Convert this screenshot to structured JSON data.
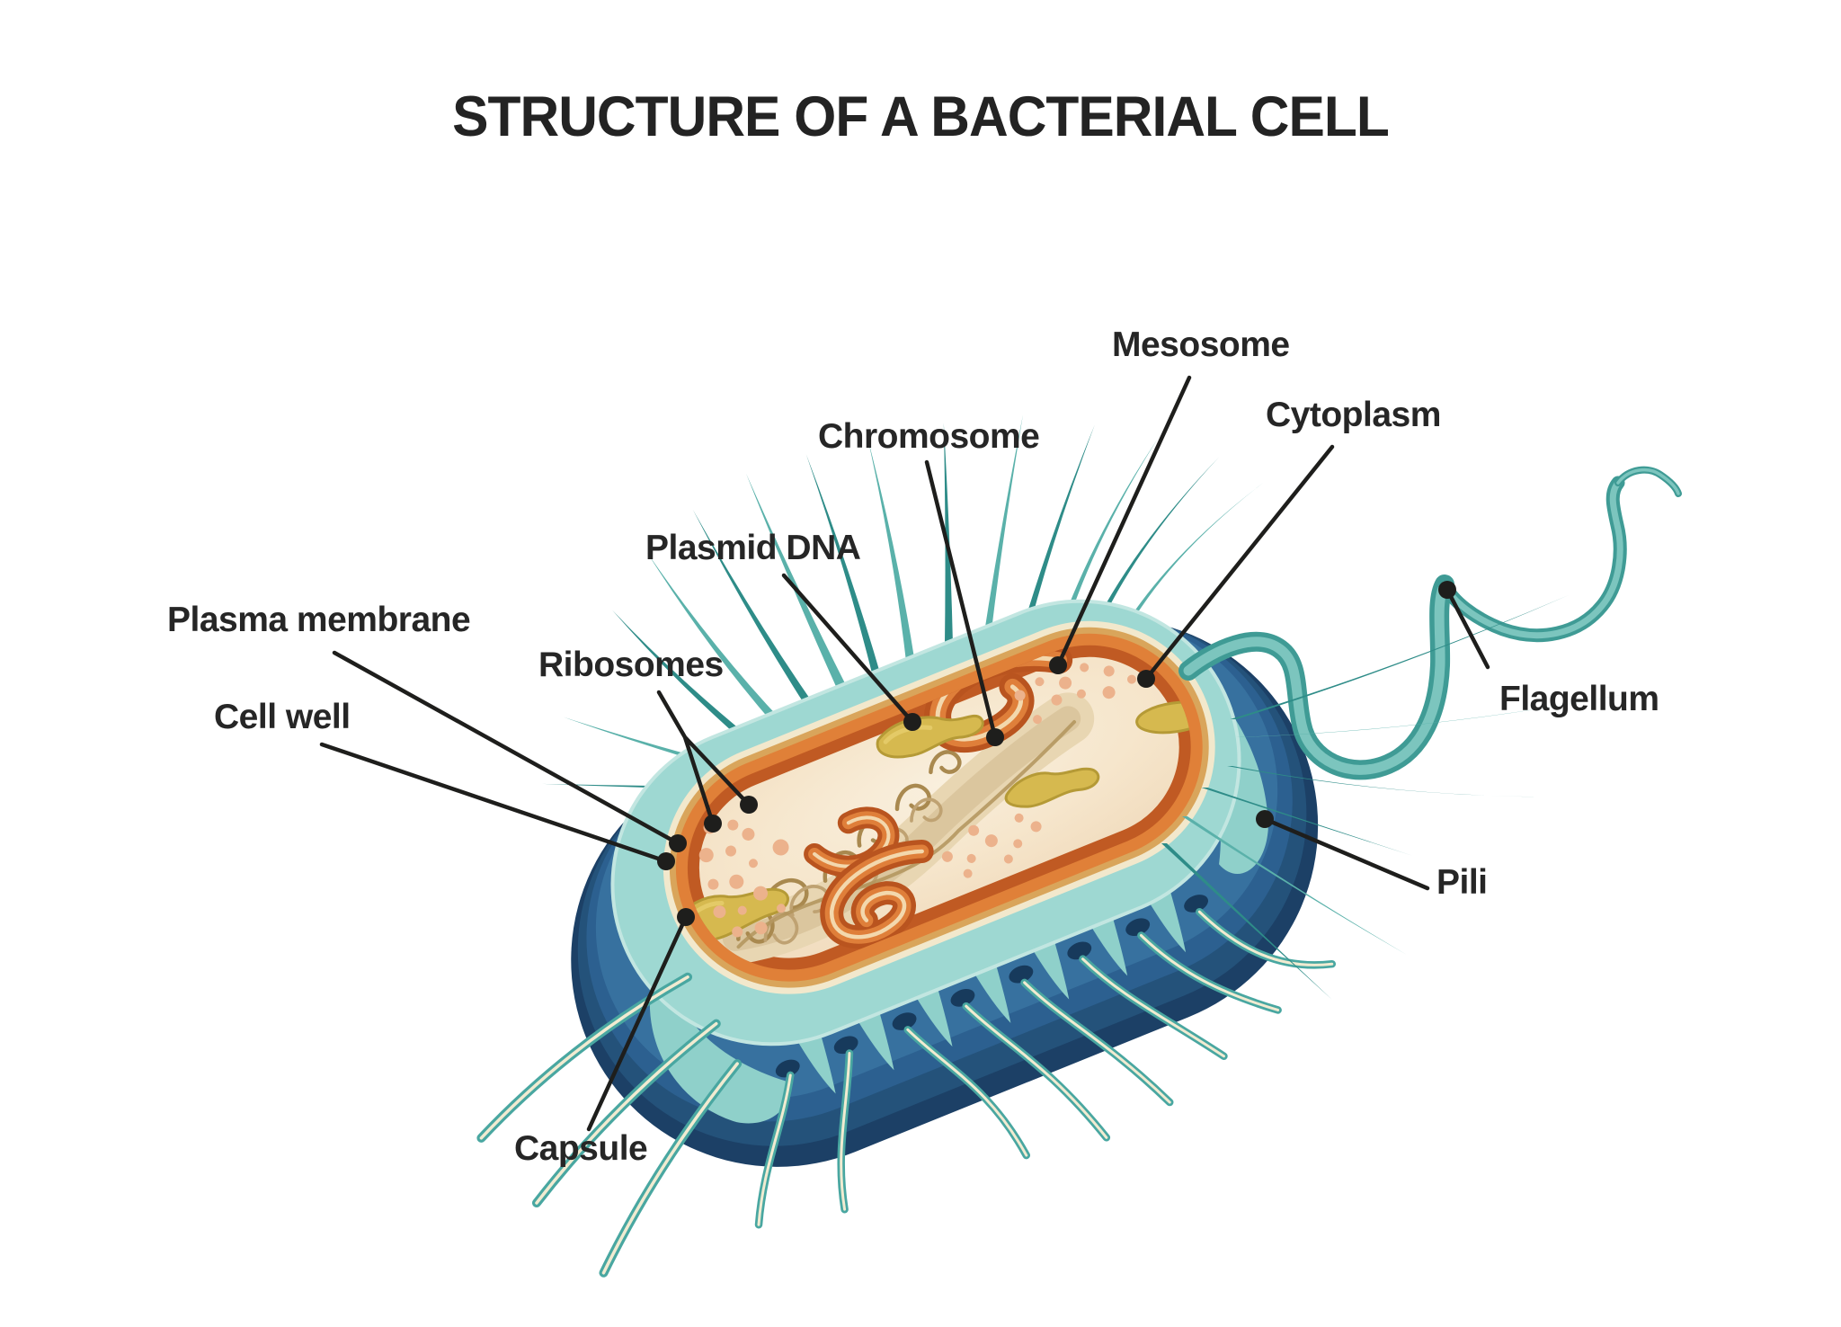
{
  "title": "STRUCTURE OF A BACTERIAL CELL",
  "diagram": {
    "subject": "bacterial-cell",
    "labels": {
      "mesosome": "Mesosome",
      "cytoplasm": "Cytoplasm",
      "chromosome": "Chromosome",
      "plasmid_dna": "Plasmid DNA",
      "plasma_membrane": "Plasma membrane",
      "ribosomes": "Ribosomes",
      "cell_wall": "Cell well",
      "flagellum": "Flagellum",
      "pili": "Pili",
      "capsule": "Capsule"
    },
    "colors": {
      "background": "#ffffff",
      "text": "#262626",
      "leader_line": "#1e1e1c",
      "capsule_navy_dark": "#1c4066",
      "capsule_navy_mid": "#2c6090",
      "cell_wall_teal": "#9ed8d2",
      "membrane_orange": "#e08038",
      "membrane_orange_dark": "#c05a23",
      "cytoplasm_cream": "#f3dfc4",
      "chromosome_tan": "#a9894f",
      "plasmid_olive": "#d6b94f",
      "ribosome_peach": "#ecb28c",
      "flagella_teal": "#3f9b95"
    }
  }
}
